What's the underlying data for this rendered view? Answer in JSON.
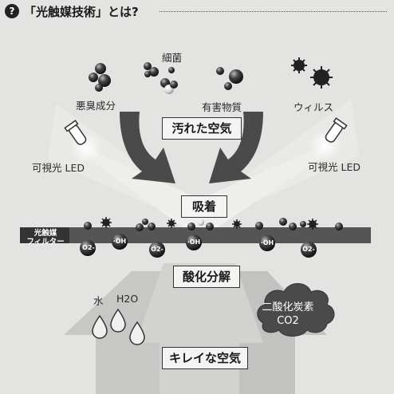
{
  "title": {
    "icon": "question-mark-icon",
    "text": "「光触媒技術」とは?"
  },
  "labels": {
    "bacteria": "細菌",
    "odor": "悪臭成分",
    "harmful": "有害物質",
    "virus": "ウィルス",
    "led_left": "可視光 LED",
    "led_right": "可視光 LED",
    "water": "水",
    "h2o": "H2O",
    "co2_top": "二酸化炭素",
    "co2_bottom": "CO2"
  },
  "filter": {
    "label": "光触媒\nフィルター",
    "particles": [
      "O2-",
      "·OH",
      "O2-",
      "·OH",
      "·OH",
      "O2-"
    ]
  },
  "boxes": {
    "dirty_air": "汚れた空気",
    "adsorption": "吸着",
    "decomposition": "酸化分解",
    "clean_air": "キレイな空気"
  },
  "colors": {
    "background": "#e3e3e1",
    "arrow_dark": "#444444",
    "beam_light": "#f2f2f0",
    "filter_band": "#555555"
  }
}
